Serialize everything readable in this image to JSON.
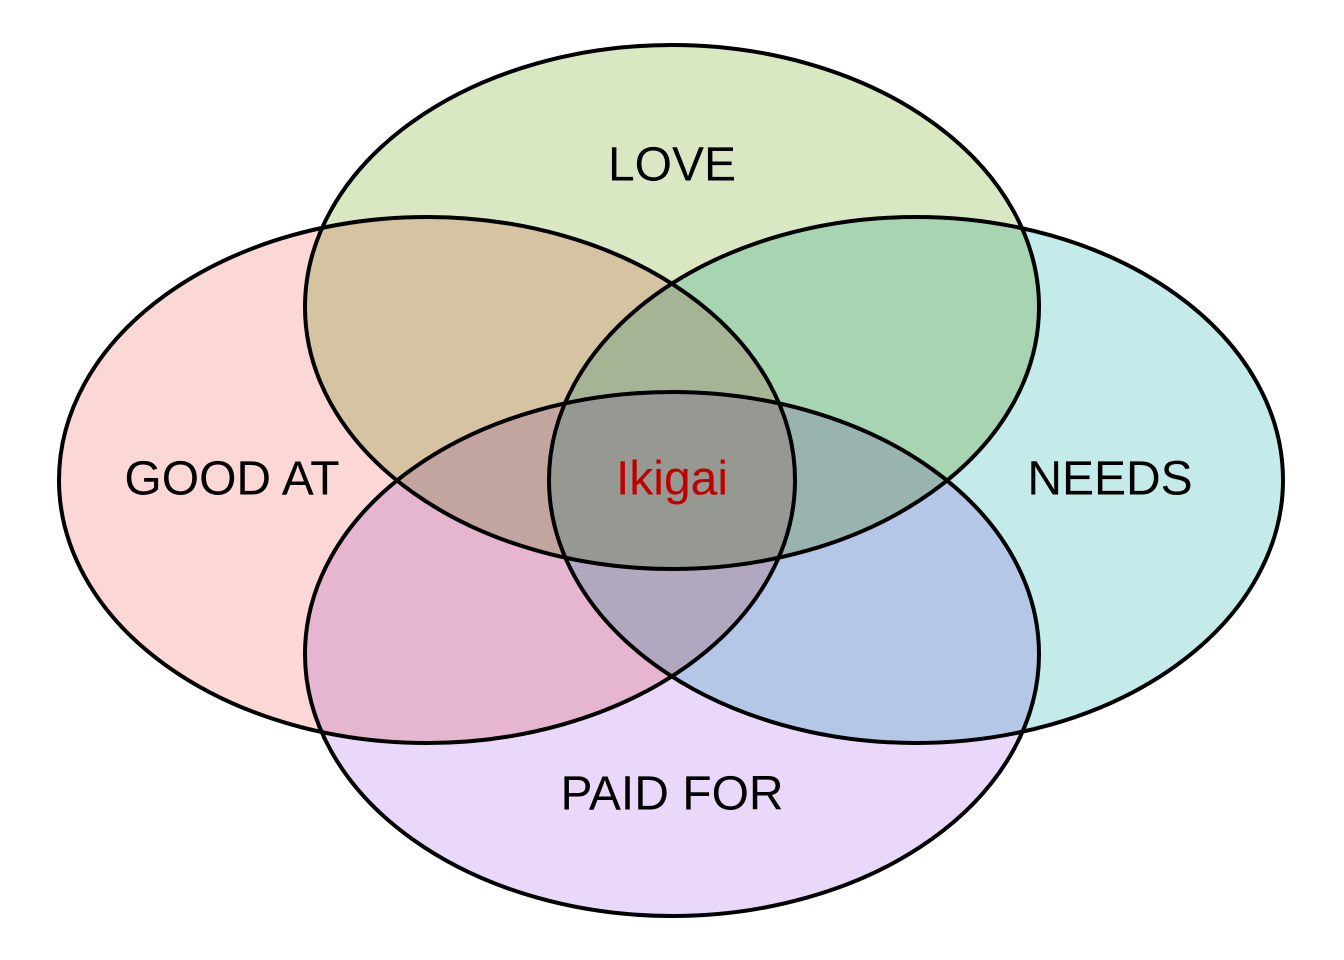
{
  "diagram": {
    "regions": [
      {
        "id": "love",
        "label": "LOVE",
        "color": "#d9e8c2"
      },
      {
        "id": "good-at",
        "label": "GOOD AT",
        "color": "#fbd7d5"
      },
      {
        "id": "needs",
        "label": "NEEDS",
        "color": "#c4ebea"
      },
      {
        "id": "paid-for",
        "label": "PAID FOR",
        "color": "#ead8fb"
      }
    ],
    "center": {
      "label": "Ikigai",
      "color": "#c00000"
    },
    "outline_color": "#000000",
    "background": "#ffffff"
  }
}
